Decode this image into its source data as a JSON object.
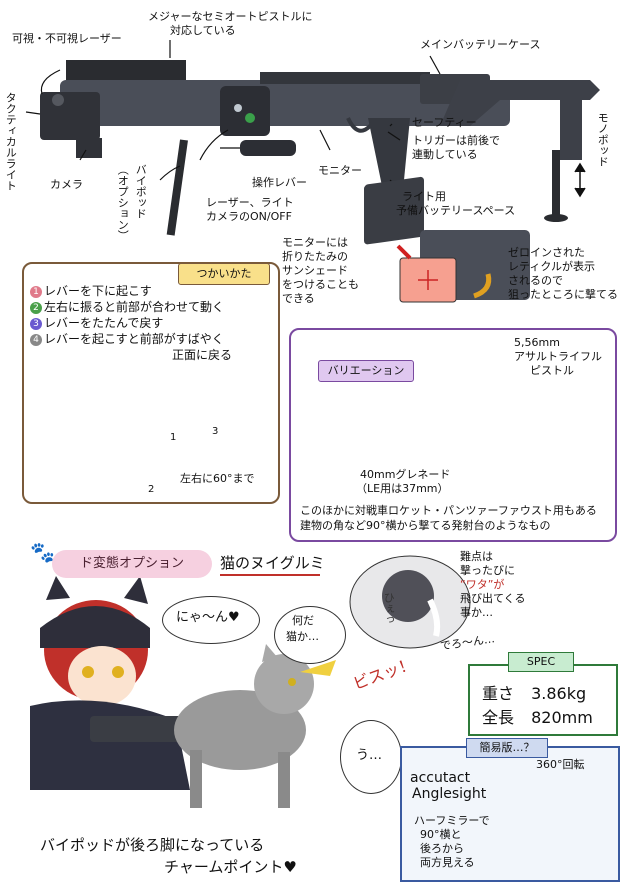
{
  "labels": {
    "visible_invisible_laser": "可視・不可視レーザー",
    "major_pistol_1": "メジャーなセミオートピストルに",
    "major_pistol_2": "対応している",
    "main_battery_case": "メインバッテリーケース",
    "tactical_light": "タクティカルライト",
    "monopod": "モノポッド",
    "safety": "セーフティー",
    "trigger_1": "トリガーは前後で",
    "trigger_2": "連動している",
    "camera": "カメラ",
    "bipod": "バイポッド",
    "bipod_option": "（オプション）",
    "operation_lever": "操作レバー",
    "monitor": "モニター",
    "laser_light_1": "レーザー、ライト",
    "laser_light_2": "カメラのON/OFF",
    "spare_battery_1": "ライト用",
    "spare_battery_2": "予備バッテリースペース",
    "monitor_shade_1": "モニターには",
    "monitor_shade_2": "折りたたみの",
    "monitor_shade_3": "サンシェード",
    "monitor_shade_4": "をつけることも",
    "monitor_shade_5": "できる",
    "zeroed_1": "ゼロインされた",
    "zeroed_2": "レティクルが表示",
    "zeroed_3": "されるので",
    "zeroed_4": "狙ったところに撃てる"
  },
  "howto": {
    "tag": "つかいかた",
    "steps": [
      {
        "num": "1",
        "text": "レバーを下に起こす",
        "color": "#e07a8a"
      },
      {
        "num": "2",
        "text": "左右に振ると前部が合わせて動く",
        "color": "#4aa04a"
      },
      {
        "num": "3",
        "text": "レバーをたたんで戻す",
        "color": "#6a5ad0"
      },
      {
        "num": "4",
        "text": "レバーを起こすと前部がすばやく",
        "color": "#888888"
      }
    ],
    "step4_cont": "正面に戻る",
    "angle_note": "左右に60°まで",
    "diagram_nums": [
      "1",
      "2",
      "3"
    ]
  },
  "variation": {
    "tag": "バリエーション",
    "rifle_1": "5,56mm",
    "rifle_2": "アサルトライフル",
    "rifle_3": "ピストル",
    "grenade_1": "40mmグレネード",
    "grenade_2": "（LE用は37mm）",
    "note_1": "このほかに対戦車ロケット・パンツァーファウスト用もある",
    "note_2": "建物の角など90°横から撃てる発射台のようなもの"
  },
  "option": {
    "banner": "ド変態オプション",
    "title": "猫のヌイグルミ",
    "nyan": "にゃ～ん♥",
    "nanda": "何だ",
    "neko": "猫か…",
    "bisu": "ビスッ！",
    "u": "う…",
    "flaw_1": "難点は",
    "flaw_2": "撃ったびに",
    "flaw_3": "“ワタ”が",
    "flaw_4": "飛び出てくる",
    "flaw_5": "事か…",
    "hie": "ひぇっ",
    "deroon": "でろ～ん…",
    "charm_1": "バイポッドが後ろ脚になっている",
    "charm_2": "チャームポイント♥"
  },
  "spec": {
    "tag": "SPEC",
    "weight_label": "重さ",
    "weight_value": "3.86kg",
    "length_label": "全長",
    "length_value": "820mm"
  },
  "simple": {
    "tag": "簡易版…？",
    "product_1": "accutact",
    "product_2": "Anglesight",
    "rotation": "360°回転",
    "mirror_1": "ハーフミラーで",
    "mirror_2": "90°横と",
    "mirror_3": "後ろから",
    "mirror_4": "両方見える"
  },
  "colors": {
    "howto_border": "#7a5a3a",
    "variation_border": "#7a4aa0",
    "spec_border": "#2f7a3a",
    "simple_border": "#3a5aa0",
    "gun_dark": "#3a3d44",
    "gun_mid": "#5a5e68",
    "cat_red": "#c0302a"
  }
}
